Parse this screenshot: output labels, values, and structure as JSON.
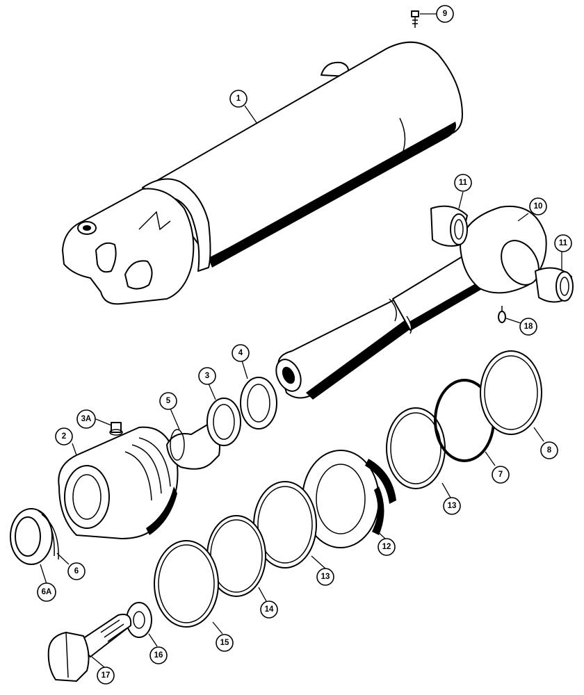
{
  "callouts": [
    {
      "id": "c1",
      "label": "1"
    },
    {
      "id": "c2",
      "label": "2"
    },
    {
      "id": "c3",
      "label": "3"
    },
    {
      "id": "c3a",
      "label": "3A"
    },
    {
      "id": "c4",
      "label": "4"
    },
    {
      "id": "c5",
      "label": "5"
    },
    {
      "id": "c6",
      "label": "6"
    },
    {
      "id": "c6a",
      "label": "6A"
    },
    {
      "id": "c7",
      "label": "7"
    },
    {
      "id": "c8",
      "label": "8"
    },
    {
      "id": "c9",
      "label": "9"
    },
    {
      "id": "c10",
      "label": "10"
    },
    {
      "id": "c11a",
      "label": "11"
    },
    {
      "id": "c11b",
      "label": "11"
    },
    {
      "id": "c12",
      "label": "12"
    },
    {
      "id": "c13a",
      "label": "13"
    },
    {
      "id": "c13b",
      "label": "13"
    },
    {
      "id": "c14",
      "label": "14"
    },
    {
      "id": "c15",
      "label": "15"
    },
    {
      "id": "c16",
      "label": "16"
    },
    {
      "id": "c17",
      "label": "17"
    },
    {
      "id": "c18",
      "label": "18"
    }
  ]
}
